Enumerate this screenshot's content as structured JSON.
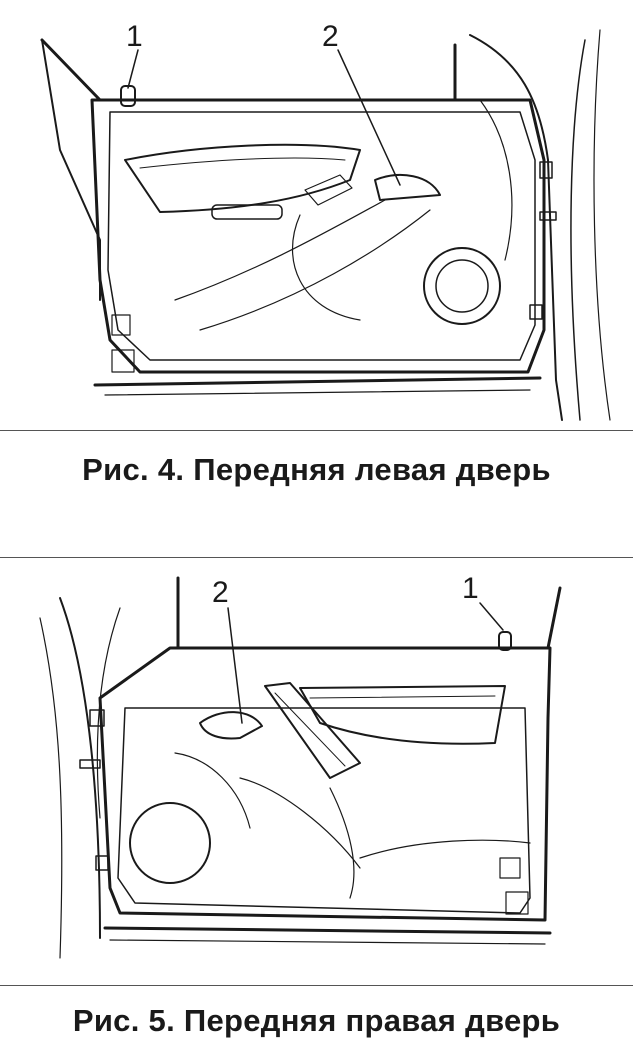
{
  "figures": [
    {
      "caption": "Рис. 4. Передняя левая дверь",
      "callouts": [
        "1",
        "2"
      ]
    },
    {
      "caption": "Рис. 5. Передняя правая дверь",
      "callouts": [
        "1",
        "2"
      ]
    }
  ],
  "colors": {
    "line": "#1a1a1a",
    "rule": "#555555",
    "background": "#ffffff"
  }
}
